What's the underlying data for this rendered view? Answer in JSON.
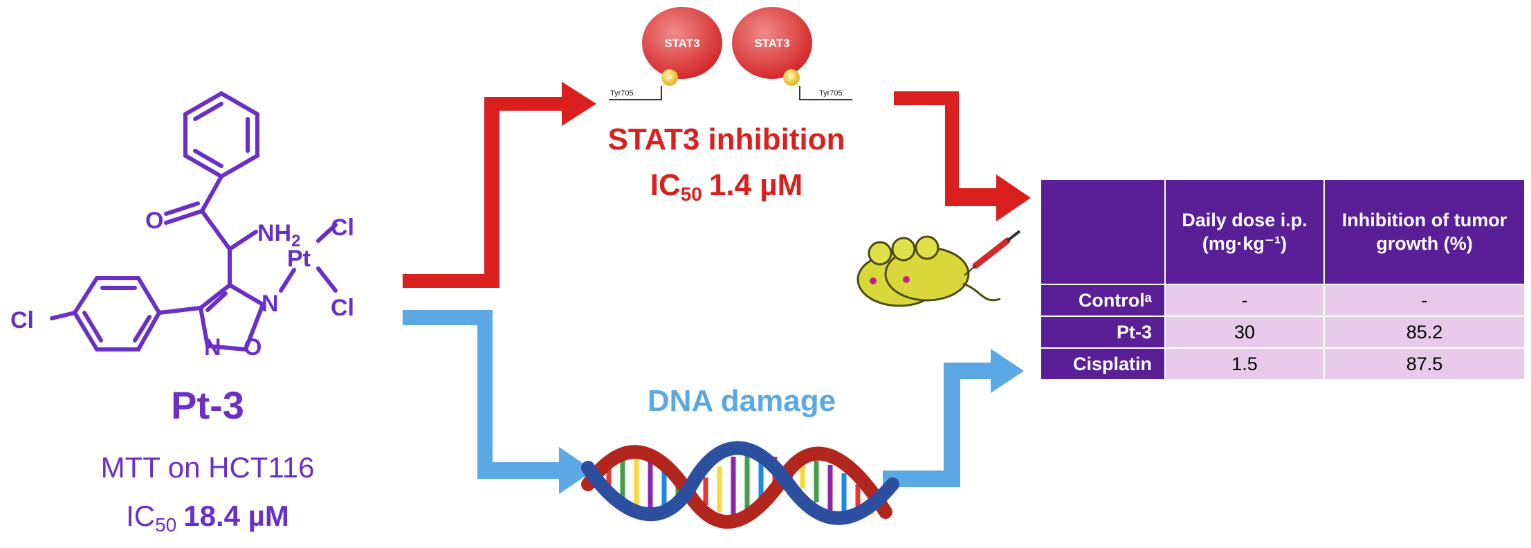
{
  "compound": {
    "name": "Pt-3",
    "assay": "MTT on HCT116",
    "ic50_prefix": "IC",
    "ic50_sub": "50",
    "ic50_value": "18.4 µM",
    "atoms": {
      "O": "O",
      "NH2": "NH",
      "NH2_sub": "2",
      "Pt": "Pt",
      "Cl1": "Cl",
      "Cl2": "Cl",
      "Cl3": "Cl",
      "N1": "N",
      "N2": "N",
      "O2": "O"
    }
  },
  "stat3": {
    "protein_label_1": "STAT3",
    "protein_label_2": "STAT3",
    "phospho_label": "P",
    "tyr_label_1": "Tyr705",
    "tyr_label_2": "Tyr705",
    "title": "STAT3 inhibition",
    "ic50_prefix": "IC",
    "ic50_sub": "50",
    "ic50_value": "1.4 µM"
  },
  "dna": {
    "title": "DNA damage"
  },
  "table": {
    "headers": [
      "",
      "Daily dose i.p. (mg·kg⁻¹)",
      "Inhibition of tumor growth (%)"
    ],
    "rows": [
      {
        "label": "Controlᵃ",
        "dose": "-",
        "inhibition": "-"
      },
      {
        "label": "Pt-3",
        "dose": "30",
        "inhibition": "85.2"
      },
      {
        "label": "Cisplatin",
        "dose": "1.5",
        "inhibition": "87.5"
      }
    ]
  },
  "colors": {
    "compound": "#6a2fc6",
    "stat3_arrow": "#d9201f",
    "dna_arrow": "#5ba8e4",
    "table_header": "#5a1e96",
    "table_cell": "#e7c9ea"
  }
}
